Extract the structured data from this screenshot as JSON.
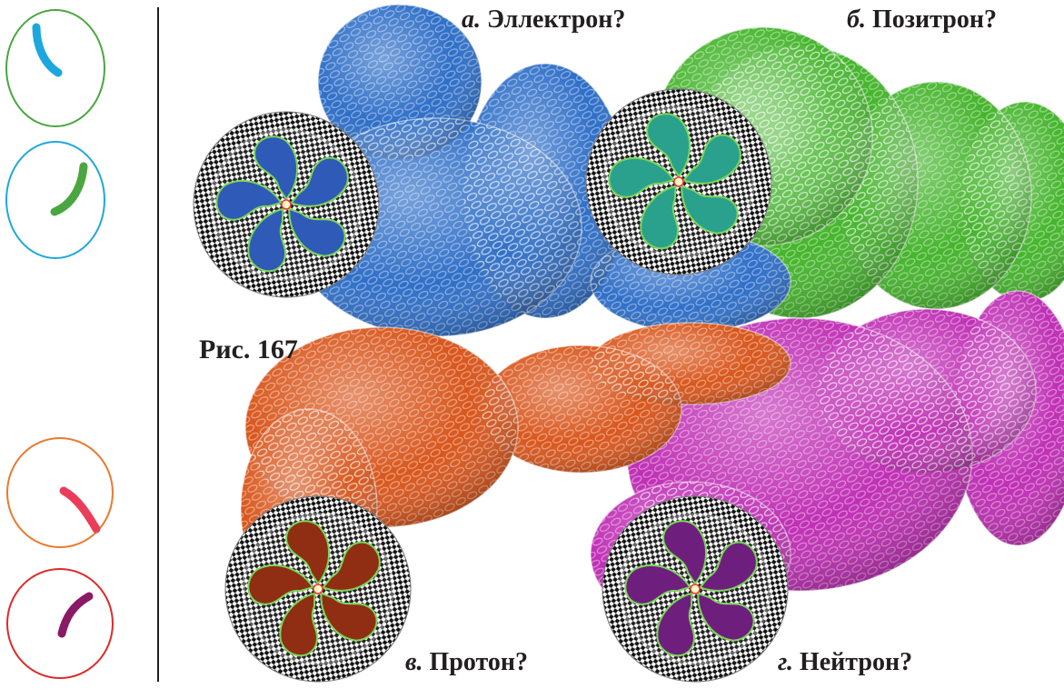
{
  "figure_label": "Рис. 167",
  "panels": [
    {
      "letter": "а",
      "name": "Эллектрон?",
      "tube_color": "#2f6fc8",
      "fan_color": "#2f5ab8"
    },
    {
      "letter": "б",
      "name": "Позитрон?",
      "tube_color": "#45b52c",
      "fan_color": "#2aa18c"
    },
    {
      "letter": "в",
      "name": "Протон?",
      "tube_color": "#d9561c",
      "fan_color": "#8f2e12"
    },
    {
      "letter": "г",
      "name": "Нейтрон?",
      "tube_color": "#c02fb5",
      "fan_color": "#6e1f7e"
    }
  ],
  "side_icons": [
    {
      "ring_color": "#4aa640",
      "arc_color": "#1ea7df"
    },
    {
      "ring_color": "#1ea7df",
      "arc_color": "#4aa640"
    },
    {
      "ring_color": "#ea7a2e",
      "arc_color": "#ea3d5a"
    },
    {
      "ring_color": "#dd2a2a",
      "arc_color": "#8b1a66"
    }
  ]
}
